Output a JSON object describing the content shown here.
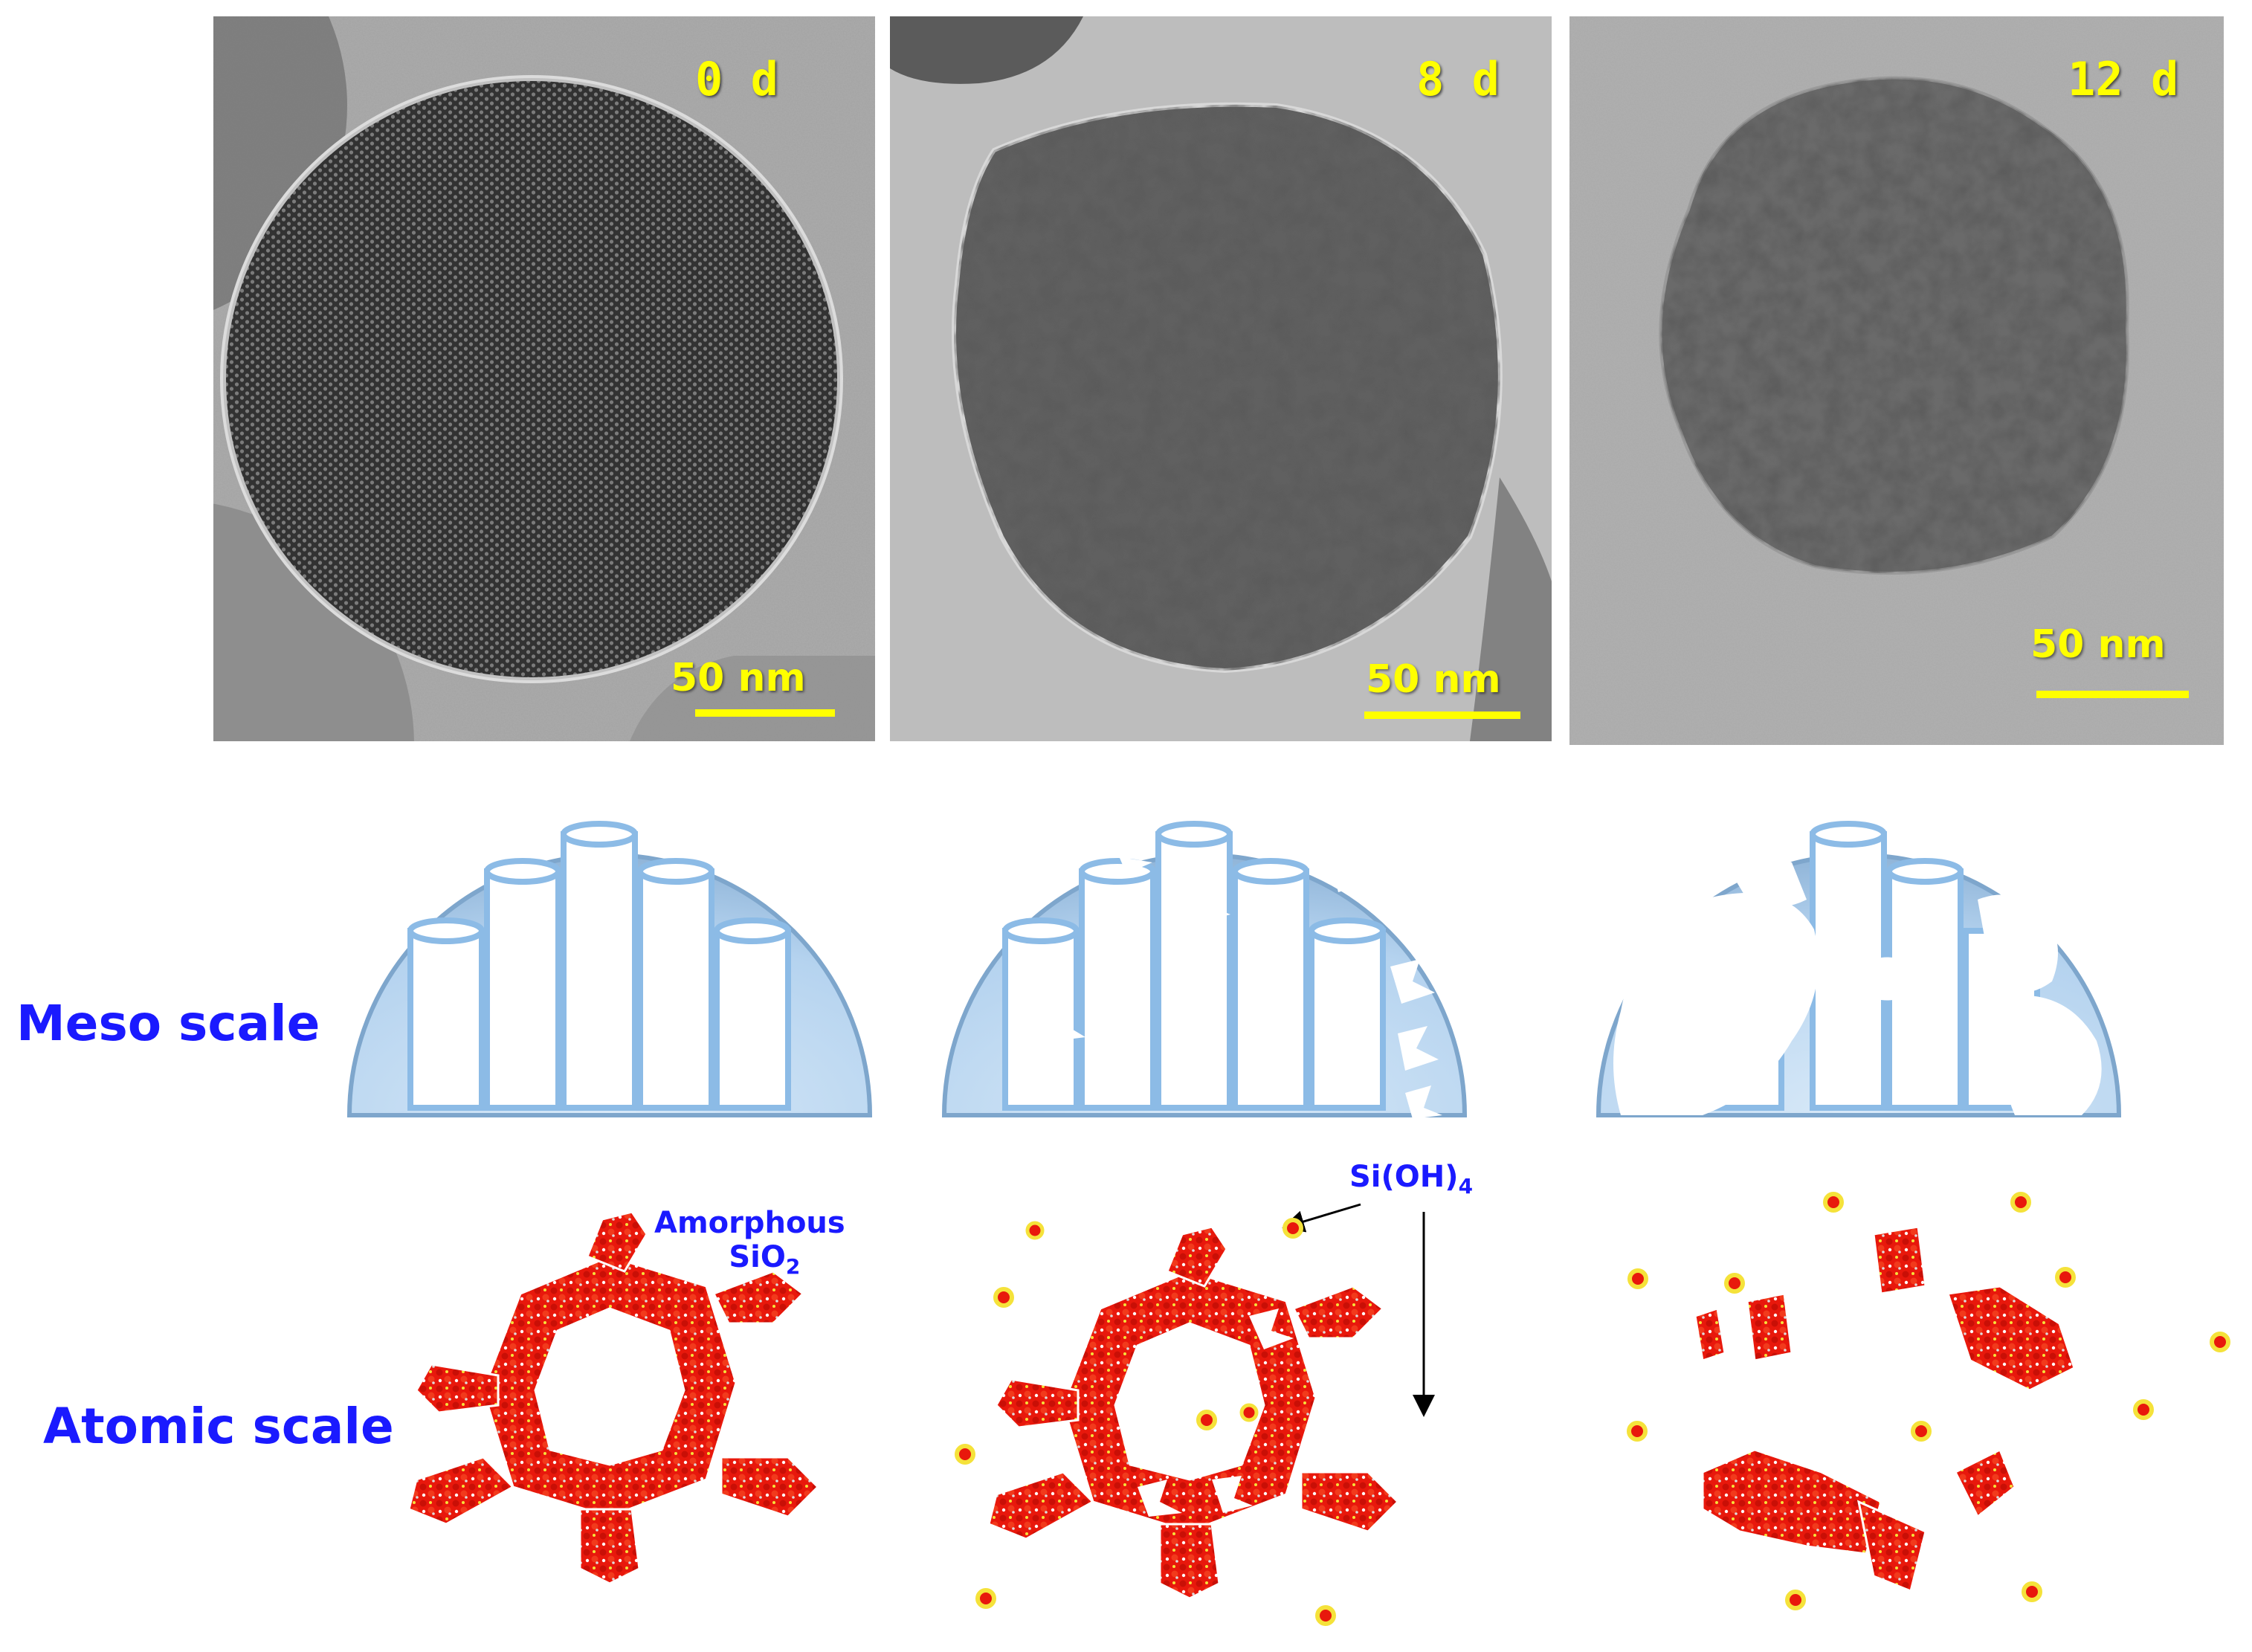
{
  "tem_panels": [
    {
      "day_label": "0 d",
      "scale_label": "50 nm"
    },
    {
      "day_label": "8 d",
      "scale_label": "50 nm"
    },
    {
      "day_label": "12 d",
      "scale_label": "50 nm"
    }
  ],
  "rows": {
    "meso_label": "Meso scale",
    "atomic_label": "Atomic scale"
  },
  "annotations": {
    "amorphous_line1": "Amorphous",
    "amorphous_line2": "SiO",
    "amorphous_sub": "2",
    "sioh_main": "Si(OH)",
    "sioh_sub": "4"
  },
  "colors": {
    "label_yellow": "#ffff00",
    "label_blue": "#1a1aff",
    "silica_red": "#e8180c",
    "dome_blue": "#bcd8f0",
    "tube_outline": "#8cbbe6"
  }
}
